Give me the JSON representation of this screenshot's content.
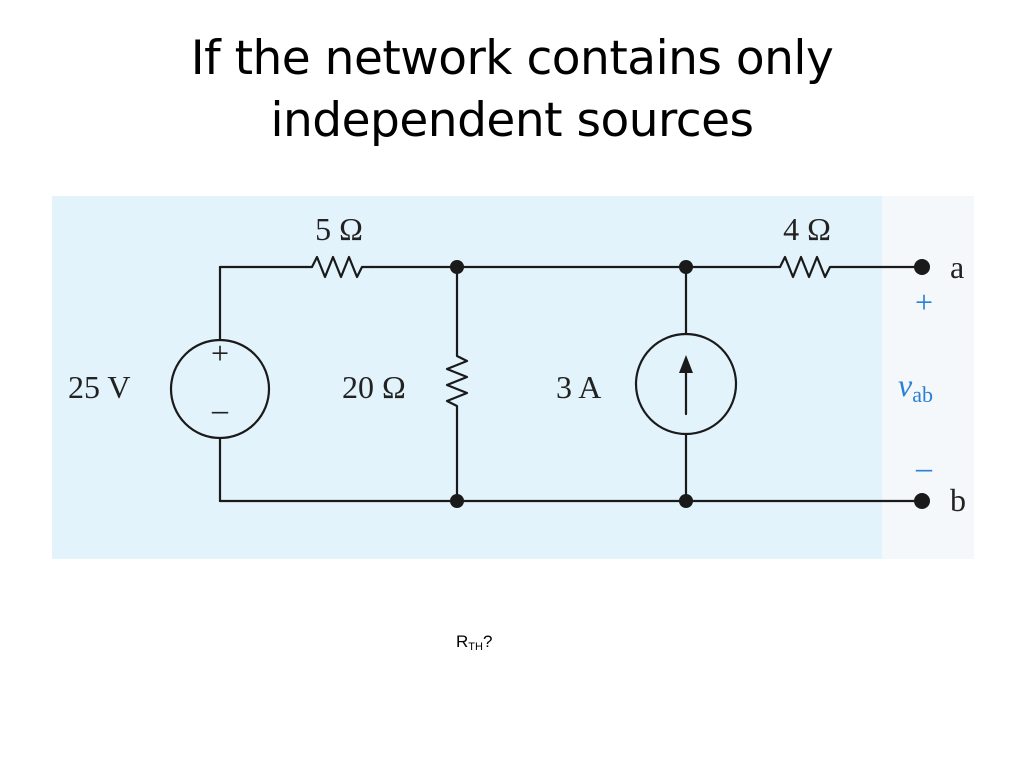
{
  "slide": {
    "title_line1": "If the network contains only",
    "title_line2": "independent sources"
  },
  "circuit": {
    "background_color": "#e2f3fb",
    "wire_color": "#1a1a1a",
    "accent_color": "#2a7fd6",
    "voltage_source": {
      "label": "25 V",
      "plus": "+",
      "minus": "–"
    },
    "resistor_series_left": {
      "label": "5 Ω"
    },
    "resistor_shunt": {
      "label": "20 Ω"
    },
    "current_source": {
      "label": "3 A",
      "direction": "up"
    },
    "resistor_series_right": {
      "label": "4 Ω"
    },
    "terminal_a": {
      "label": "a"
    },
    "terminal_b": {
      "label": "b"
    },
    "output_voltage": {
      "symbol": "v",
      "subscript": "ab",
      "plus": "+",
      "minus": "–"
    }
  },
  "question": {
    "main": "R",
    "subscript": "TH",
    "suffix": "?"
  }
}
